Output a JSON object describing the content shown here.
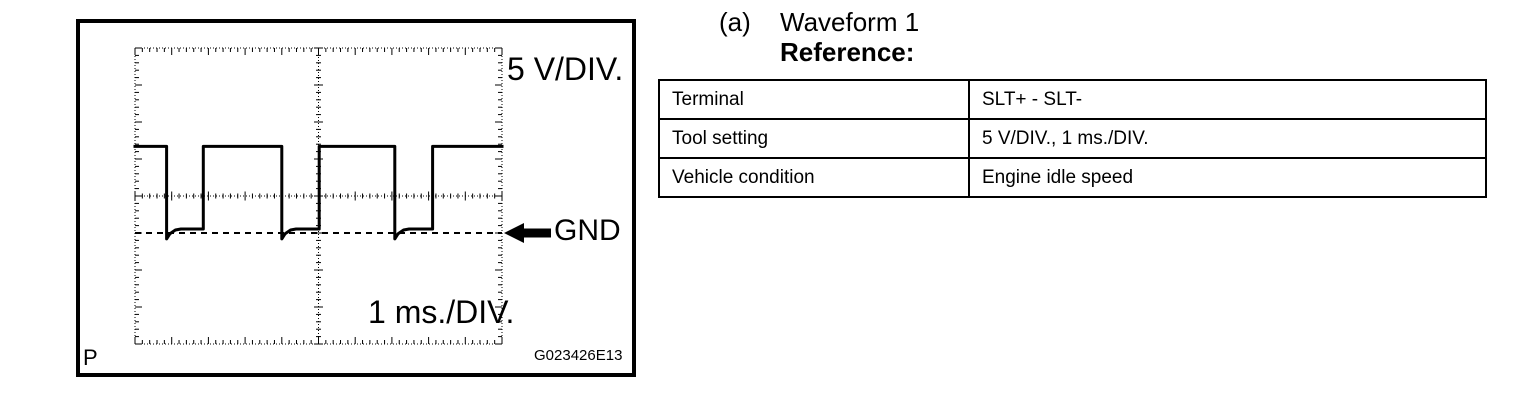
{
  "colors": {
    "ink": "#000000",
    "background": "#ffffff"
  },
  "figure": {
    "labels": {
      "volts_per_div": "5 V/DIV.",
      "time_per_div": "1 ms./DIV.",
      "gnd": "GND",
      "figure_code": "G023426E13",
      "corner_mark": "P"
    }
  },
  "chart_data": {
    "type": "line",
    "title": "Waveform 1",
    "x_axis": {
      "label": "1 ms./DIV.",
      "divisions": 10,
      "minor_per_div": 5,
      "ms_per_div": 1
    },
    "y_axis": {
      "label": "5 V/DIV.",
      "divisions": 8,
      "minor_per_div": 5,
      "volts_per_div": 5
    },
    "gnd_annotation": {
      "label": "GND",
      "div_below_center": 1
    },
    "legend_position": "none",
    "grid": "center-crosshair with edge ticks",
    "series": [
      {
        "name": "SLT+ - SLT-",
        "high_level_v": 11.7,
        "low_level_v": 0.54,
        "undershoot_v": -0.8,
        "period_ms": 3.1,
        "points_ms_v": [
          [
            0,
            11.7
          ],
          [
            0.86,
            11.7
          ],
          [
            0.86,
            -0.8
          ],
          [
            0.95,
            -0.1
          ],
          [
            1.1,
            0.4
          ],
          [
            1.25,
            0.54
          ],
          [
            1.86,
            0.54
          ],
          [
            1.86,
            11.7
          ],
          [
            4.0,
            11.7
          ],
          [
            4.0,
            -0.8
          ],
          [
            4.09,
            -0.1
          ],
          [
            4.24,
            0.4
          ],
          [
            4.39,
            0.54
          ],
          [
            5.02,
            0.54
          ],
          [
            5.02,
            11.7
          ],
          [
            7.08,
            11.7
          ],
          [
            7.08,
            -0.8
          ],
          [
            7.17,
            -0.1
          ],
          [
            7.32,
            0.4
          ],
          [
            7.47,
            0.54
          ],
          [
            8.11,
            0.54
          ],
          [
            8.11,
            11.7
          ],
          [
            10,
            11.7
          ]
        ]
      }
    ]
  },
  "content": {
    "item_marker": "(a)",
    "heading": "Waveform 1",
    "subheading": "Reference:",
    "table": {
      "rows": [
        {
          "label": "Terminal",
          "value": "SLT+ - SLT-"
        },
        {
          "label": "Tool setting",
          "value": "5 V/DIV., 1 ms./DIV."
        },
        {
          "label": "Vehicle condition",
          "value": "Engine idle speed"
        }
      ]
    }
  }
}
